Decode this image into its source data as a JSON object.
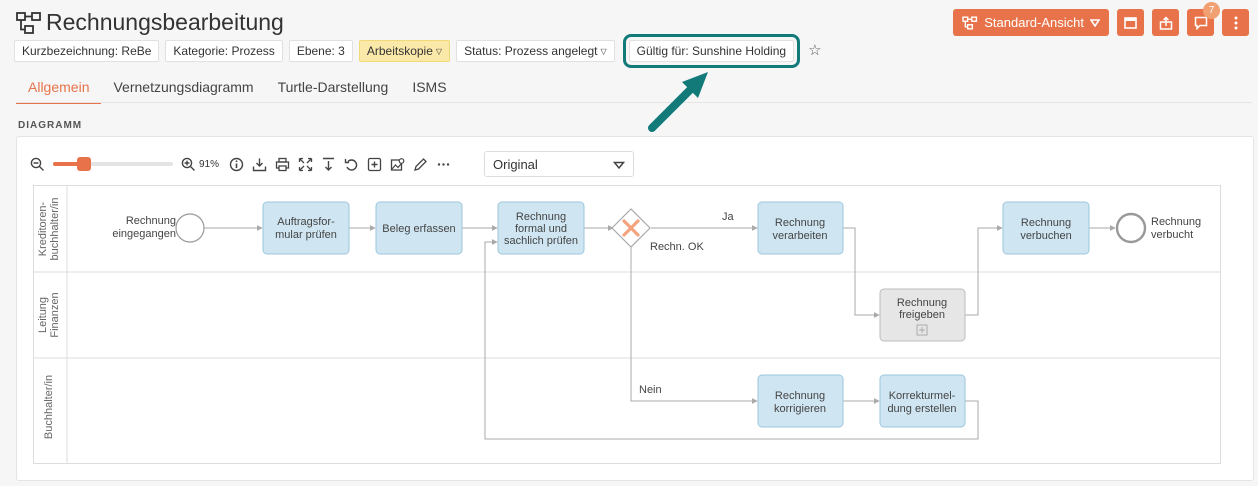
{
  "page": {
    "title": "Rechnungsbearbeitung"
  },
  "chips": [
    {
      "label": "Kurzbezeichnung: ReBe"
    },
    {
      "label": "Kategorie: Prozess"
    },
    {
      "label": "Ebene: 3"
    },
    {
      "label": "Arbeitskopie"
    },
    {
      "label": "Status: Prozess angelegt"
    },
    {
      "label": "Gültig für: Sunshine Holding"
    }
  ],
  "toolbar_buttons": {
    "view_label": "Standard-Ansicht",
    "comment_count": "7"
  },
  "tabs": [
    {
      "label": "Allgemein"
    },
    {
      "label": "Vernetzungsdiagramm"
    },
    {
      "label": "Turtle-Darstellung"
    },
    {
      "label": "ISMS"
    }
  ],
  "section": {
    "label": "DIAGRAMM"
  },
  "diagram_toolbar": {
    "zoom": "91%",
    "view_select": "Original"
  },
  "lanes": [
    {
      "label_line1": "Kreditoren-",
      "label_line2": "buchhalter/in"
    },
    {
      "label_line1": "Leitung",
      "label_line2": "Finanzen"
    },
    {
      "label_line1": "Buchhalter/in",
      "label_line2": ""
    }
  ],
  "events": {
    "start_line1": "Rechnung",
    "start_line2": "eingegangen",
    "end_line1": "Rechnung",
    "end_line2": "verbucht"
  },
  "tasks": [
    {
      "line1": "Auftragsfor-",
      "line2": "mular prüfen",
      "line3": ""
    },
    {
      "line1": "Beleg erfassen",
      "line2": "",
      "line3": ""
    },
    {
      "line1": "Rechnung",
      "line2": "formal und",
      "line3": "sachlich prüfen"
    },
    {
      "line1": "Rechnung",
      "line2": "verarbeiten",
      "line3": ""
    },
    {
      "line1": "Rechnung",
      "line2": "verbuchen",
      "line3": ""
    },
    {
      "line1": "Rechnung",
      "line2": "freigeben",
      "line3": ""
    },
    {
      "line1": "Rechnung",
      "line2": "korrigieren",
      "line3": ""
    },
    {
      "line1": "Korrekturmel-",
      "line2": "dung erstellen",
      "line3": ""
    }
  ],
  "flow_labels": {
    "yes": "Ja",
    "gateway": "Rechn. OK",
    "no": "Nein"
  },
  "colors": {
    "accent": "#e8734a",
    "highlight_box": "#137a7a",
    "task_fill": "#cfe6f2",
    "task_border": "#9cc6dc"
  }
}
